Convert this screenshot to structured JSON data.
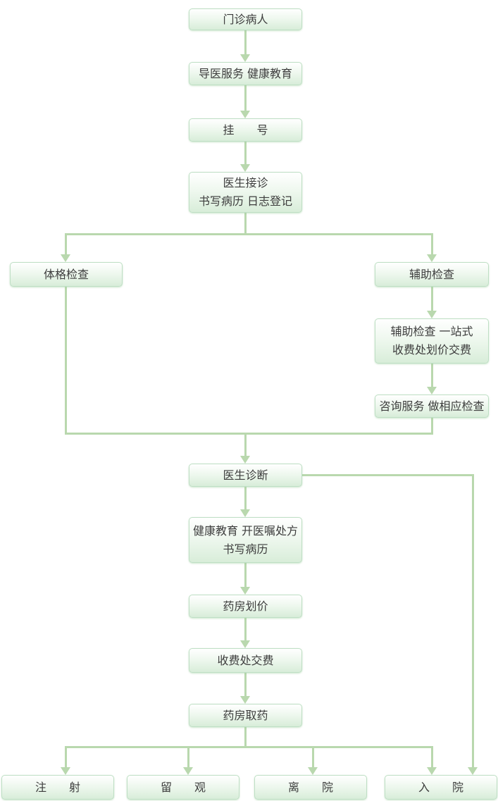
{
  "colors": {
    "line_color": "#b9d8ae",
    "node_border": "#bfdfc5",
    "node_fill_top": "#ffffff",
    "node_fill_bottom": "#d8edd9",
    "text_color": "#3d3d3d",
    "background": "#ffffff"
  },
  "nodes": {
    "outpatient": {
      "label": "门诊病人"
    },
    "guide_service": {
      "label": "导医服务 健康教育"
    },
    "register": {
      "label": "挂　　号"
    },
    "reception": {
      "line1": "医生接诊",
      "line2": "书写病历 日志登记"
    },
    "physical_exam": {
      "label": "体格检查"
    },
    "auxiliary_exam": {
      "label": "辅助检查"
    },
    "aux_onestop_pay": {
      "line1": "辅助检查 一站式",
      "line2": "收费处划价交费"
    },
    "consult_service": {
      "label": "咨询服务 做相应检查"
    },
    "diagnosis": {
      "label": "医生诊断"
    },
    "education_prescription": {
      "line1": "健康教育 开医嘱处方",
      "line2": "书写病历"
    },
    "pharmacy_pricing": {
      "label": "药房划价"
    },
    "pay_at_cashier": {
      "label": "收费处交费"
    },
    "pharmacy_dispense": {
      "label": "药房取药"
    },
    "injection": {
      "label": "注　　射"
    },
    "observation": {
      "label": "留　　观"
    },
    "discharge": {
      "label": "离　　院"
    },
    "admission": {
      "label": "入　　院"
    }
  },
  "edges": [
    {
      "from": "outpatient",
      "to": "guide_service"
    },
    {
      "from": "guide_service",
      "to": "register"
    },
    {
      "from": "register",
      "to": "reception"
    },
    {
      "from": "reception",
      "to": "physical_exam"
    },
    {
      "from": "reception",
      "to": "auxiliary_exam"
    },
    {
      "from": "auxiliary_exam",
      "to": "aux_onestop_pay"
    },
    {
      "from": "aux_onestop_pay",
      "to": "consult_service"
    },
    {
      "from": "physical_exam",
      "to": "diagnosis"
    },
    {
      "from": "consult_service",
      "to": "diagnosis"
    },
    {
      "from": "diagnosis",
      "to": "education_prescription"
    },
    {
      "from": "education_prescription",
      "to": "pharmacy_pricing"
    },
    {
      "from": "pharmacy_pricing",
      "to": "pay_at_cashier"
    },
    {
      "from": "pay_at_cashier",
      "to": "pharmacy_dispense"
    },
    {
      "from": "pharmacy_dispense",
      "to": "injection"
    },
    {
      "from": "pharmacy_dispense",
      "to": "observation"
    },
    {
      "from": "pharmacy_dispense",
      "to": "discharge"
    },
    {
      "from": "pharmacy_dispense",
      "to": "admission"
    },
    {
      "from": "diagnosis",
      "to": "admission"
    }
  ]
}
